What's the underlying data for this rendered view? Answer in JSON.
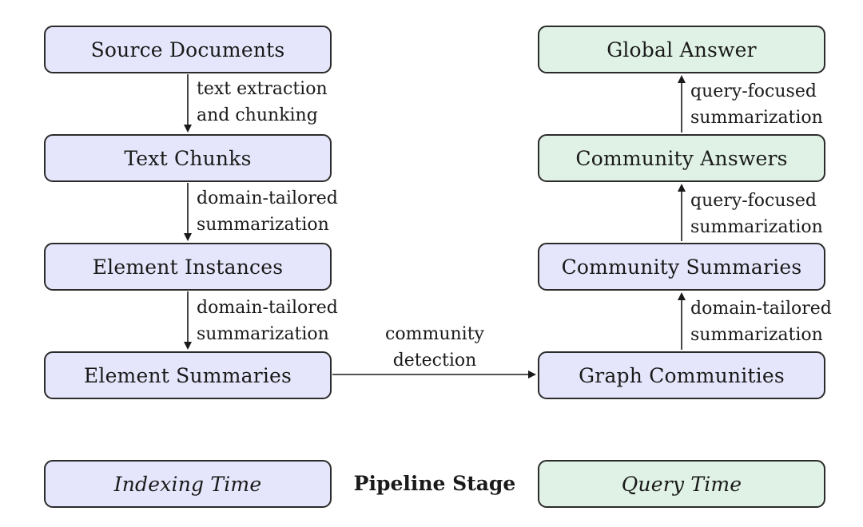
{
  "indexing_nodes": [
    "Source Documents",
    "Text Chunks",
    "Element Instances",
    "Element Summaries"
  ],
  "query_nodes": [
    "Global Answer",
    "Community Answers",
    "Community Summaries",
    "Graph Communities"
  ],
  "left_edges": [
    [
      "text extraction",
      "and chunking"
    ],
    [
      "domain-tailored",
      "summarization"
    ],
    [
      "domain-tailored",
      "summarization"
    ]
  ],
  "right_edges": [
    [
      "query-focused",
      "summarization"
    ],
    [
      "query-focused",
      "summarization"
    ],
    [
      "domain-tailored",
      "summarization"
    ]
  ],
  "bridge_edge": [
    "community",
    "detection"
  ],
  "legend": {
    "indexing": "Indexing Time",
    "title": "Pipeline Stage",
    "query": "Query Time"
  },
  "colors": {
    "indexing": "#e5e6fb",
    "query": "#dff2e5",
    "border": "#2b2b2b"
  }
}
